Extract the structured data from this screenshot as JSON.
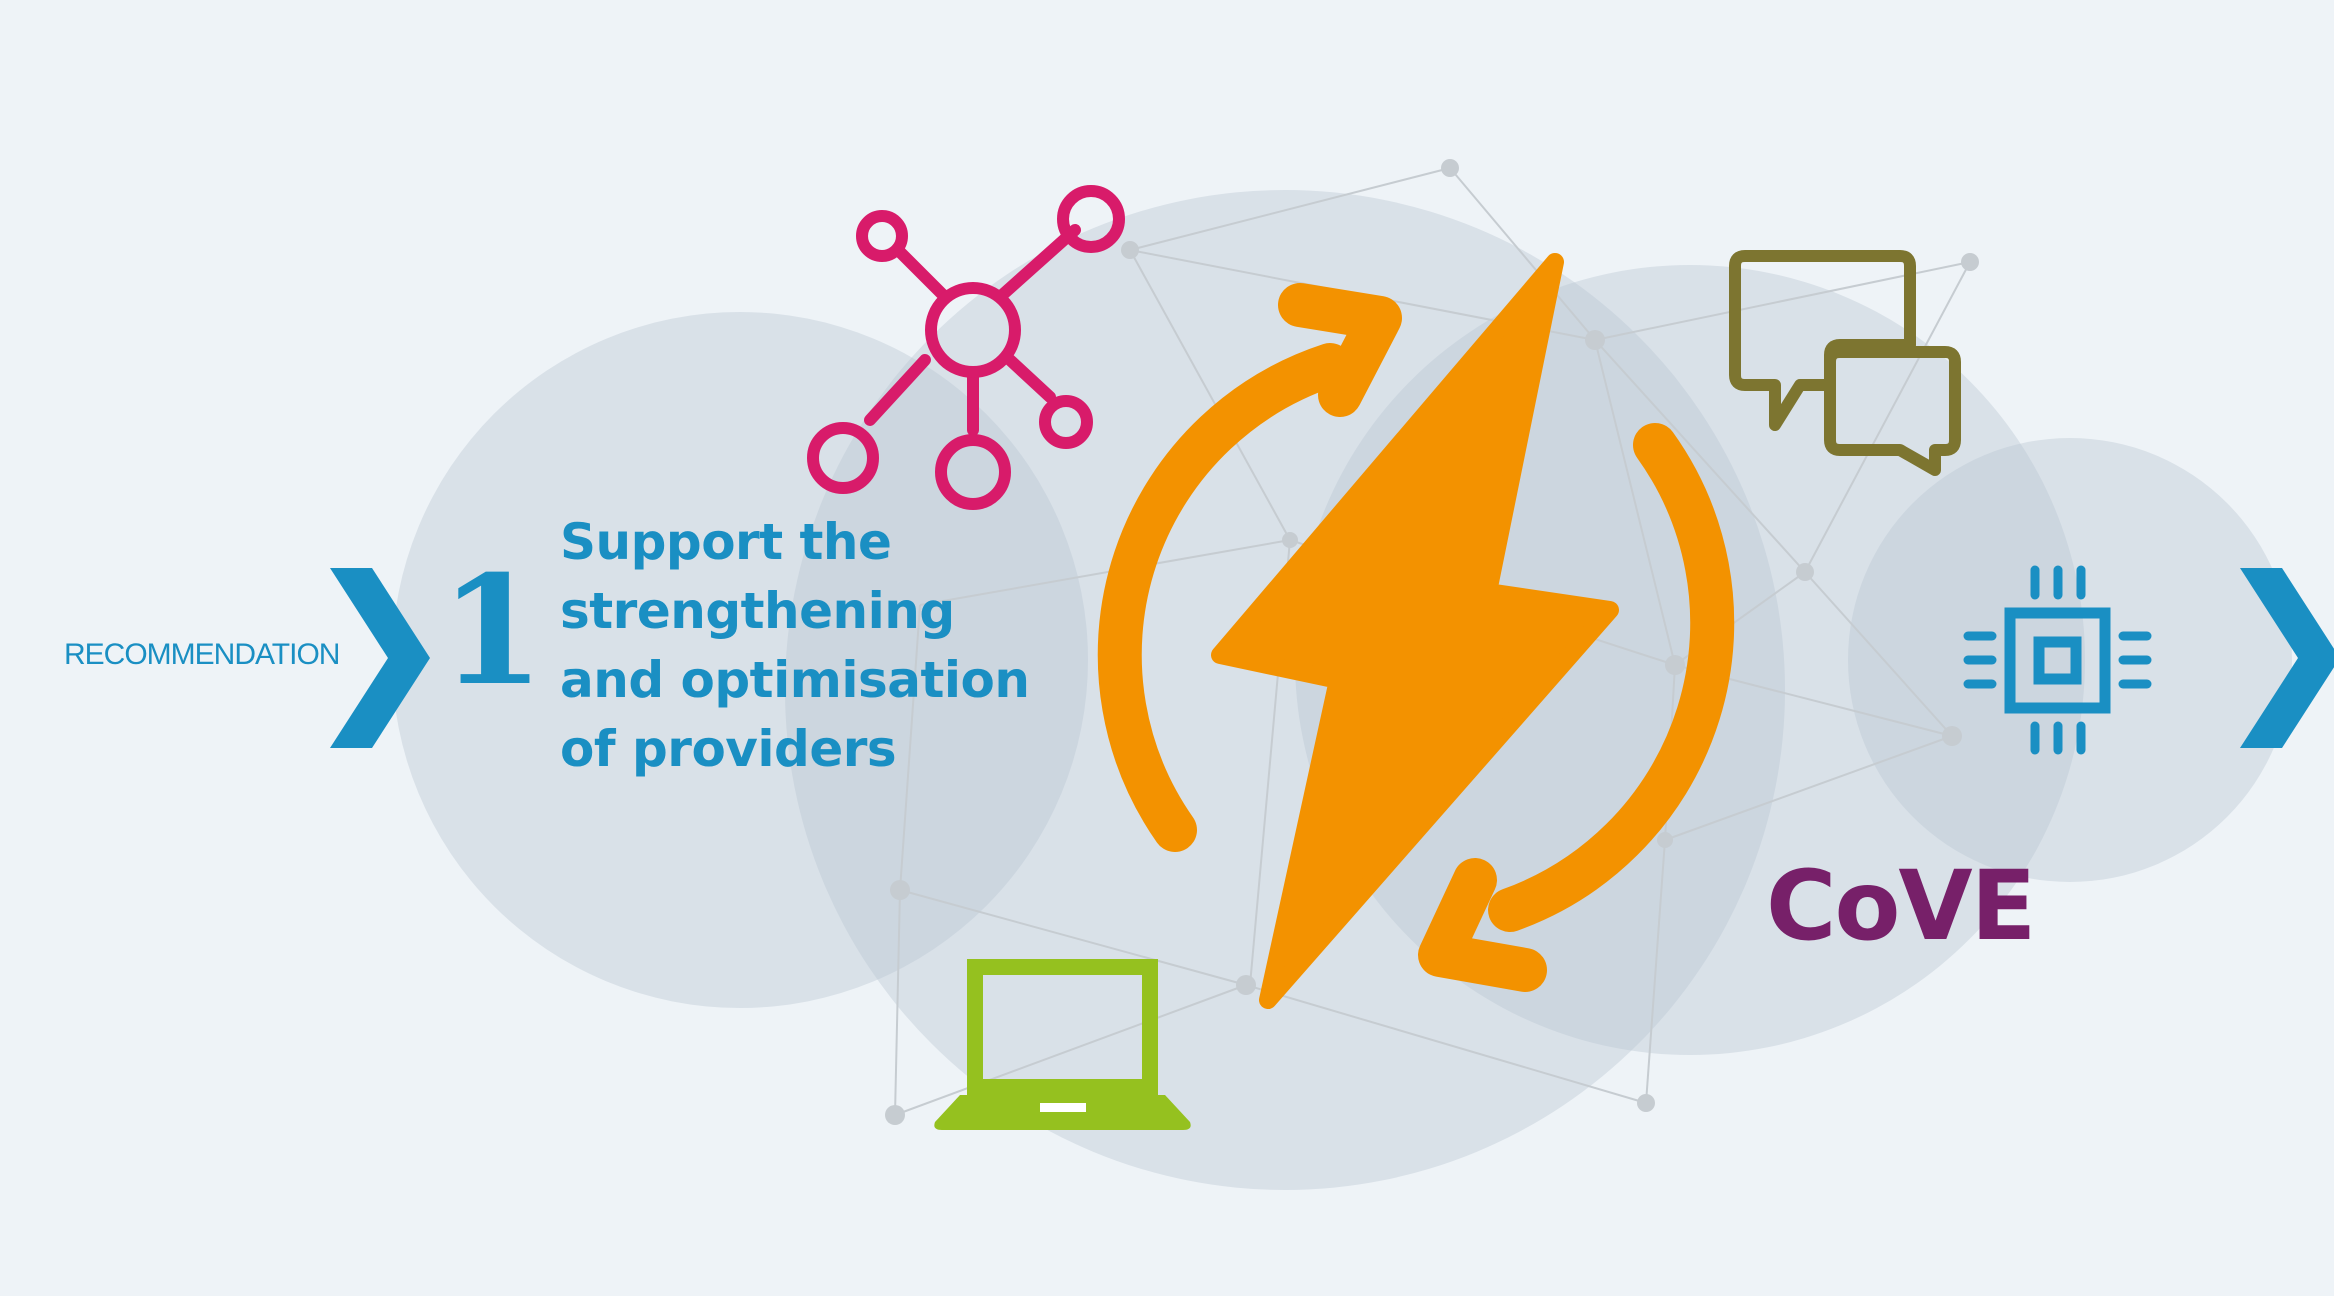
{
  "recommendation": {
    "label": "RECOMMENDATION",
    "number": "1",
    "title_lines": [
      "Support the",
      "strengthening",
      "and optimisation",
      "of providers"
    ]
  },
  "brand": {
    "text": "CoVE"
  },
  "icons": {
    "network": "network-nodes-icon",
    "refresh": "circular-arrows-icon",
    "bolt": "lightning-bolt-icon",
    "chat": "chat-bubbles-icon",
    "chip": "microchip-icon",
    "laptop": "laptop-icon",
    "arrow": "chevron-right-icon"
  },
  "colors": {
    "background": "#eef3f7",
    "circles": "#d9e2ea",
    "blue": "#1a8fc3",
    "magenta": "#d81b6a",
    "orange": "#f39200",
    "olive": "#7d7530",
    "green": "#95c11f",
    "purple": "#772069",
    "mesh": "#c6ccd1"
  }
}
